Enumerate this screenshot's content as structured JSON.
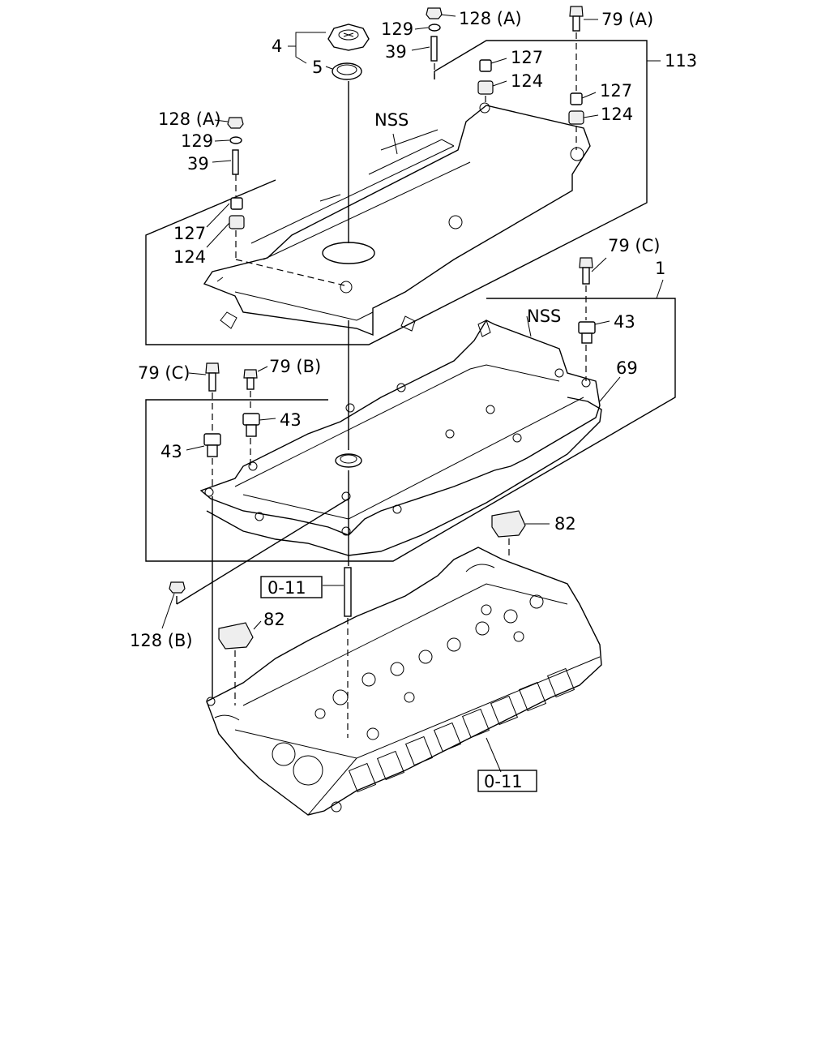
{
  "labels": {
    "oil_cap": "4",
    "cap_gasket": "5",
    "nut_a_top": "128 (A)",
    "washer_top": "129",
    "stud_top": "39",
    "bolt_79a": "79 (A)",
    "spacer_127_a": "127",
    "grommet_124_a": "124",
    "cover_assy": "113",
    "spacer_127_b": "127",
    "grommet_124_b": "124",
    "nut_a_left": "128 (A)",
    "washer_left": "129",
    "stud_left": "39",
    "spacer_127_left": "127",
    "grommet_124_left": "124",
    "nss_upper": "NSS",
    "bolt_79c_right": "79 (C)",
    "head_cover_assy": "1",
    "nss_lower": "NSS",
    "grommet_43_right": "43",
    "gasket_69": "69",
    "bolt_79c_left": "79 (C)",
    "bolt_79b": "79 (B)",
    "grommet_43_mid": "43",
    "grommet_43_left": "43",
    "cap_82_right": "82",
    "ref_box_top": "0-11",
    "nut_128b": "128 (B)",
    "cap_82_left": "82",
    "ref_box_bottom": "0-11"
  }
}
